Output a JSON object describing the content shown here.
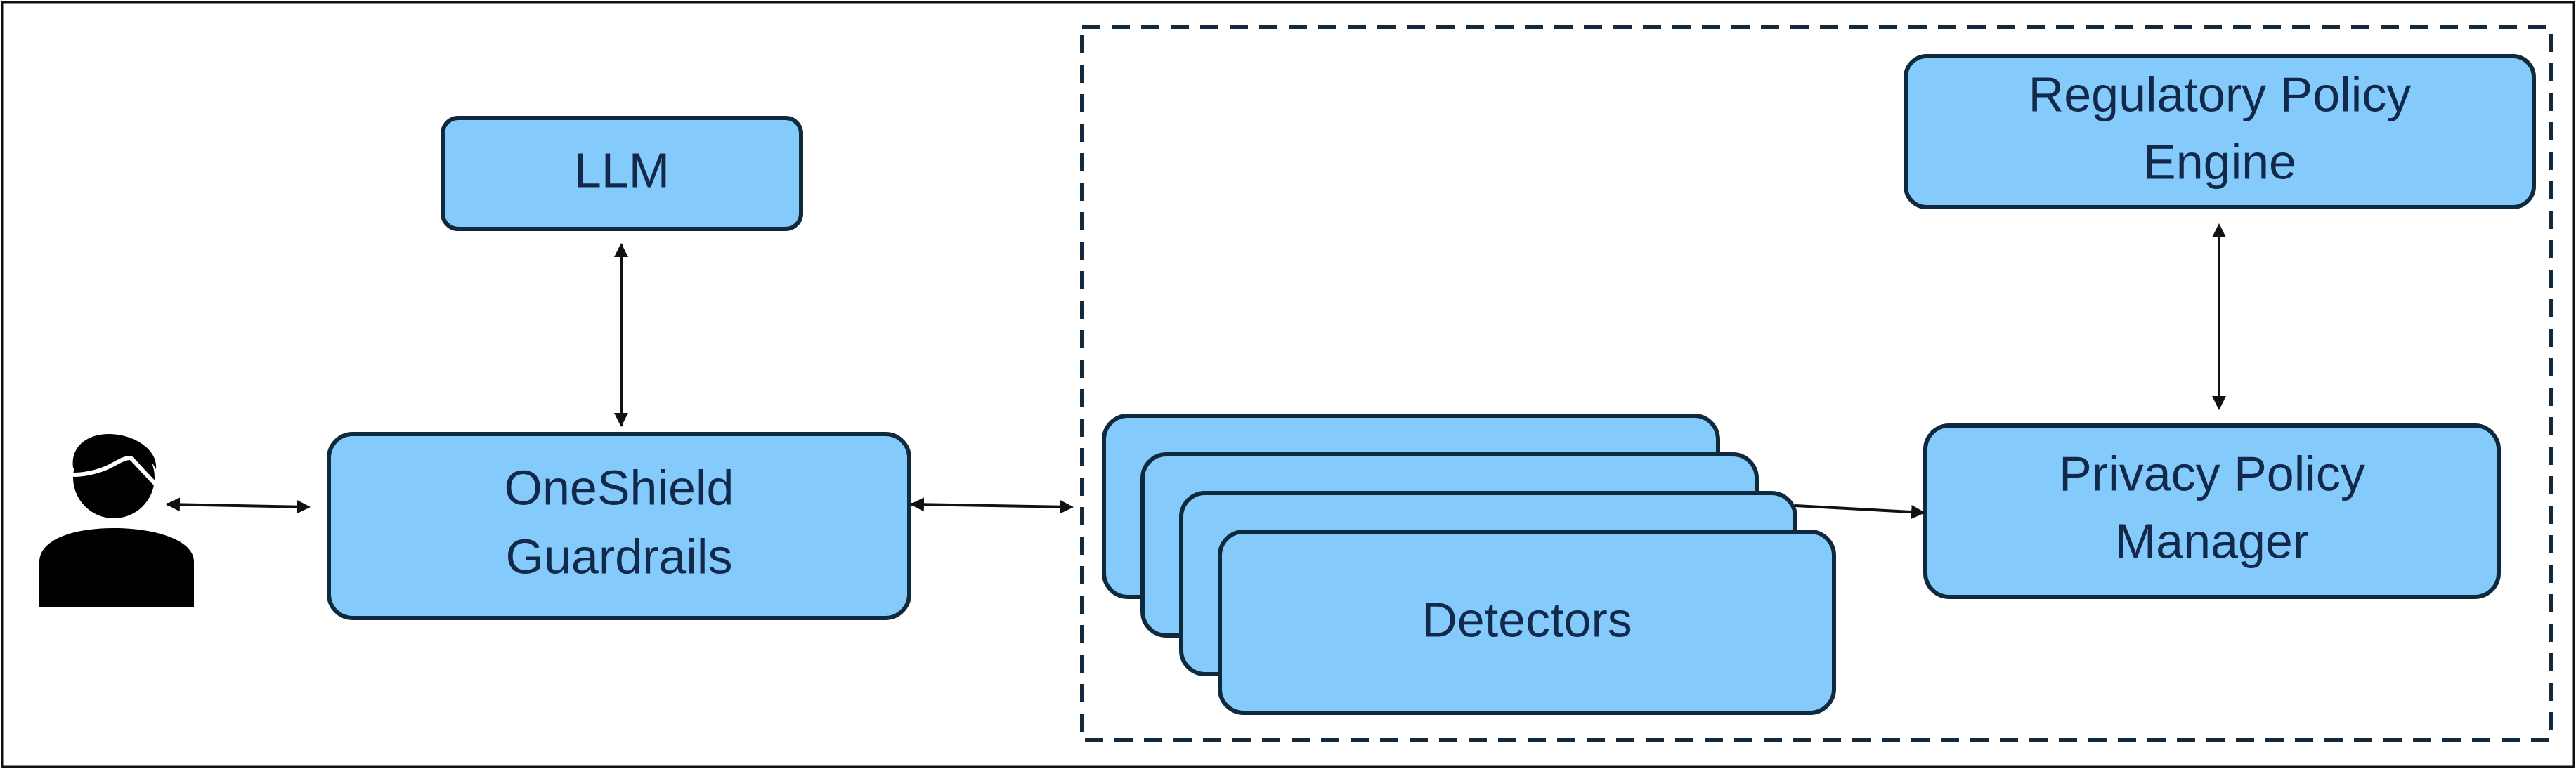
{
  "nodes": {
    "llm": "LLM",
    "oneshield_line1": "OneShield",
    "oneshield_line2": "Guardrails",
    "detectors": "Detectors",
    "regulatory_line1": "Regulatory Policy",
    "regulatory_line2": "Engine",
    "privacy_line1": "Privacy Policy",
    "privacy_line2": "Manager"
  },
  "icons": {
    "user": "user-icon"
  },
  "colors": {
    "box_fill": "#84cbfb",
    "box_stroke": "#0f2a3d",
    "text": "#13294b",
    "line": "#111111"
  }
}
